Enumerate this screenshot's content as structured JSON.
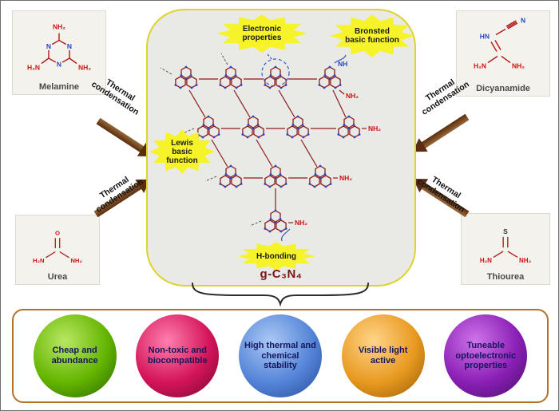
{
  "center": {
    "formula": "g-C₃N₄",
    "callouts": {
      "electronic": "Electronic properties",
      "bronsted": "Bronsted basic function",
      "lewis": "Lewis basic function",
      "hbonding": "H-bonding"
    }
  },
  "arrow_label": {
    "line1": "Thermal",
    "line2": "condensation"
  },
  "atoms": {
    "nh2": "NH₂",
    "h2n": "H₂N",
    "n": "N",
    "hn": "HN",
    "nh": "NH",
    "o": "O",
    "s": "S"
  },
  "precursors": {
    "melamine": "Melamine",
    "dicyanamide": "Dicyanamide",
    "urea": "Urea",
    "thiourea": "Thiourea"
  },
  "properties": [
    {
      "label": "Cheap and abundance",
      "color": "#64b500"
    },
    {
      "label": "Non-toxic and biocompatible",
      "color": "#d4145a"
    },
    {
      "label": "High thermal and chemical stability",
      "color": "#5585d8"
    },
    {
      "label": "Visible light active",
      "color": "#e89a20"
    },
    {
      "label": "Tuneable optoelectronic properties",
      "color": "#8a1fb5"
    }
  ]
}
